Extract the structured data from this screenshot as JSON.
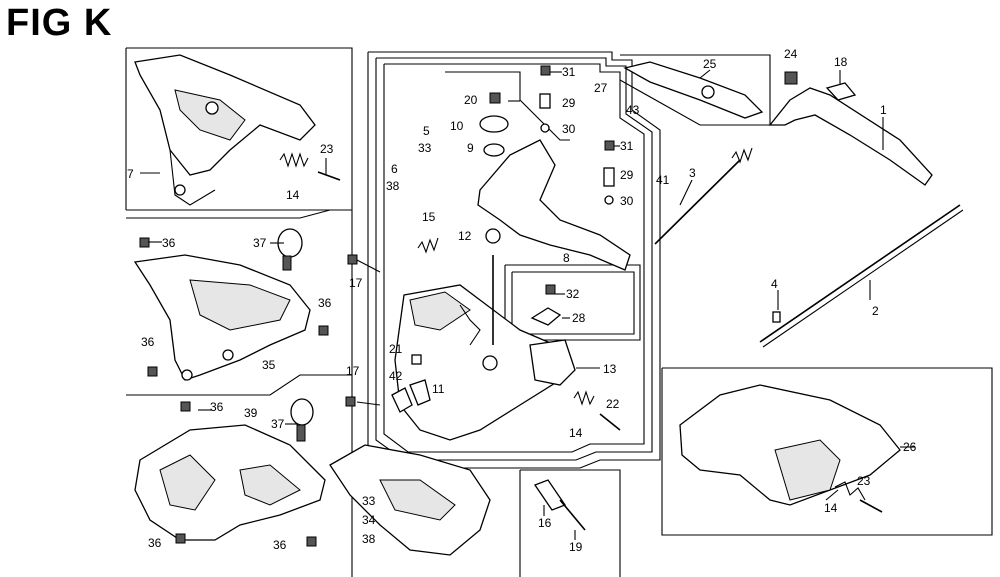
{
  "figure": {
    "title": "FIG K"
  },
  "callouts": [
    {
      "id": "c-7",
      "label": "7"
    },
    {
      "id": "c-23a",
      "label": "23"
    },
    {
      "id": "c-14a",
      "label": "14"
    },
    {
      "id": "c-36a",
      "label": "36"
    },
    {
      "id": "c-37a",
      "label": "37"
    },
    {
      "id": "c-36b",
      "label": "36"
    },
    {
      "id": "c-36c",
      "label": "36"
    },
    {
      "id": "c-35",
      "label": "35"
    },
    {
      "id": "c-36d",
      "label": "36"
    },
    {
      "id": "c-39",
      "label": "39"
    },
    {
      "id": "c-37b",
      "label": "37"
    },
    {
      "id": "c-36e",
      "label": "36"
    },
    {
      "id": "c-36f",
      "label": "36"
    },
    {
      "id": "c-6",
      "label": "6"
    },
    {
      "id": "c-38a",
      "label": "38"
    },
    {
      "id": "c-5",
      "label": "5"
    },
    {
      "id": "c-33a",
      "label": "33"
    },
    {
      "id": "c-15",
      "label": "15"
    },
    {
      "id": "c-17a",
      "label": "17"
    },
    {
      "id": "c-17b",
      "label": "17"
    },
    {
      "id": "c-21",
      "label": "21"
    },
    {
      "id": "c-42",
      "label": "42"
    },
    {
      "id": "c-11",
      "label": "11"
    },
    {
      "id": "c-20",
      "label": "20"
    },
    {
      "id": "c-10",
      "label": "10"
    },
    {
      "id": "c-9",
      "label": "9"
    },
    {
      "id": "c-12",
      "label": "12"
    },
    {
      "id": "c-31a",
      "label": "31"
    },
    {
      "id": "c-29a",
      "label": "29"
    },
    {
      "id": "c-30a",
      "label": "30"
    },
    {
      "id": "c-27",
      "label": "27"
    },
    {
      "id": "c-43",
      "label": "43"
    },
    {
      "id": "c-31b",
      "label": "31"
    },
    {
      "id": "c-29b",
      "label": "29"
    },
    {
      "id": "c-30b",
      "label": "30"
    },
    {
      "id": "c-41",
      "label": "41"
    },
    {
      "id": "c-8",
      "label": "8"
    },
    {
      "id": "c-32",
      "label": "32"
    },
    {
      "id": "c-28",
      "label": "28"
    },
    {
      "id": "c-13",
      "label": "13"
    },
    {
      "id": "c-22",
      "label": "22"
    },
    {
      "id": "c-14b",
      "label": "14"
    },
    {
      "id": "c-33b",
      "label": "33"
    },
    {
      "id": "c-34",
      "label": "34"
    },
    {
      "id": "c-38b",
      "label": "38"
    },
    {
      "id": "c-16",
      "label": "16"
    },
    {
      "id": "c-19",
      "label": "19"
    },
    {
      "id": "c-25",
      "label": "25"
    },
    {
      "id": "c-24",
      "label": "24"
    },
    {
      "id": "c-18",
      "label": "18"
    },
    {
      "id": "c-1",
      "label": "1"
    },
    {
      "id": "c-3",
      "label": "3"
    },
    {
      "id": "c-2",
      "label": "2"
    },
    {
      "id": "c-4",
      "label": "4"
    },
    {
      "id": "c-26",
      "label": "26"
    },
    {
      "id": "c-23b",
      "label": "23"
    },
    {
      "id": "c-14c",
      "label": "14"
    }
  ]
}
